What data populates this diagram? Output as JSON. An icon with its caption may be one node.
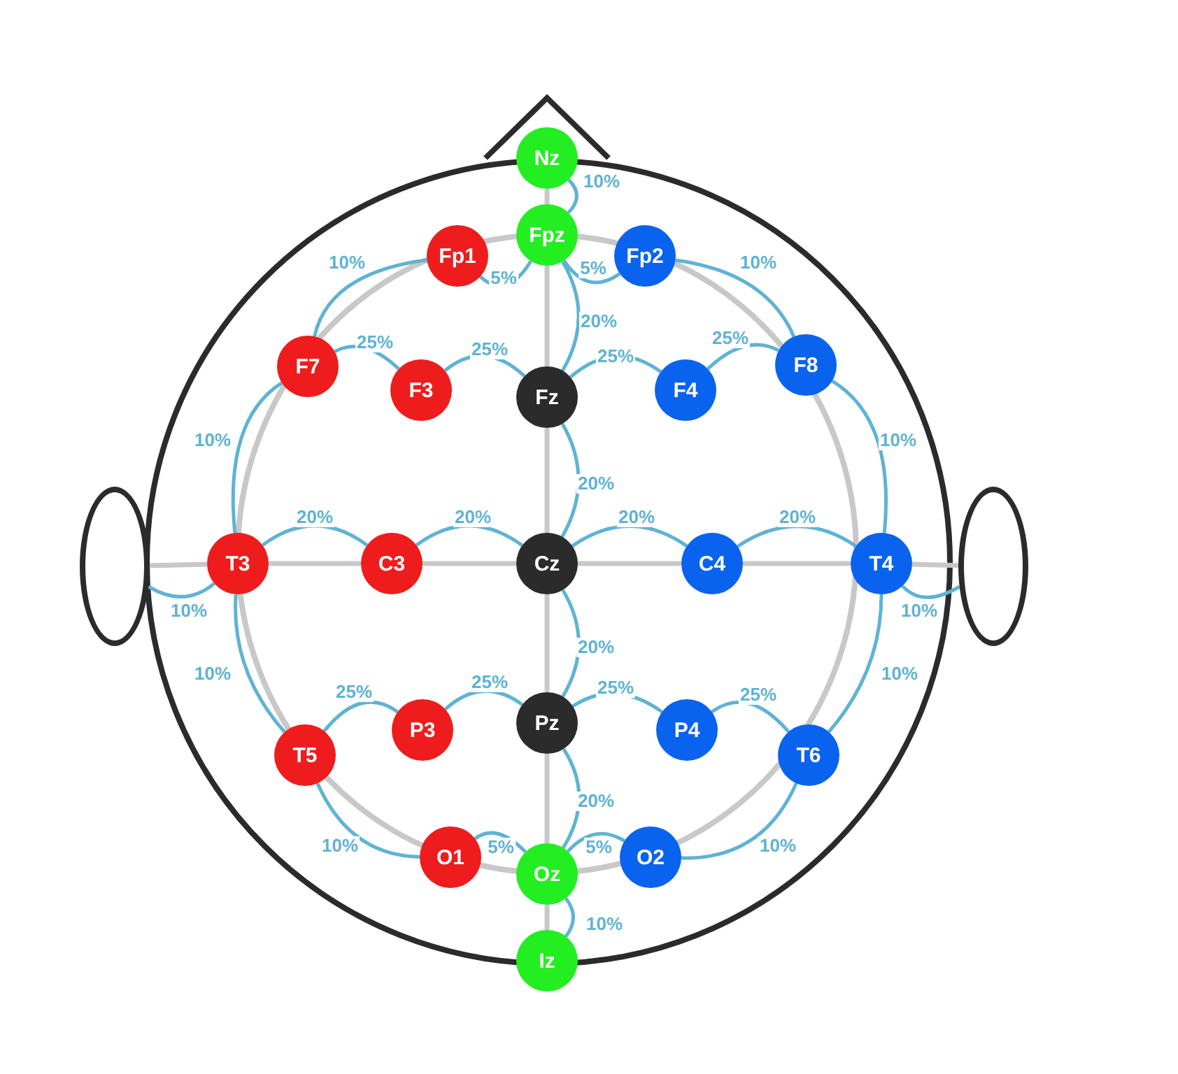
{
  "diagram": {
    "nodes": [
      {
        "text": [
          "Nz"
        ]
      },
      {
        "text": [
          "Fp1"
        ]
      },
      {
        "text": [
          "Fpz"
        ]
      },
      {
        "text": [
          "Fp2"
        ]
      },
      {
        "text": [
          "F7"
        ]
      },
      {
        "text": [
          "F3"
        ]
      },
      {
        "text": [
          "Fz"
        ]
      },
      {
        "text": [
          "F4"
        ]
      },
      {
        "text": [
          "F8"
        ]
      },
      {
        "text": [],
        "shape": "ellipse"
      },
      {
        "text": [
          "T3"
        ]
      },
      {
        "text": [
          "C3"
        ]
      },
      {
        "text": [
          "Cz"
        ]
      },
      {
        "text": [
          "C4"
        ]
      },
      {
        "text": [
          "T4"
        ]
      },
      {
        "text": [],
        "shape": "ellipse"
      },
      {
        "text": [
          "T5"
        ]
      },
      {
        "text": [
          "P3"
        ]
      },
      {
        "text": [
          "Pz"
        ]
      },
      {
        "text": [
          "P4"
        ]
      },
      {
        "text": [
          "T6"
        ]
      },
      {
        "text": [
          "O1"
        ]
      },
      {
        "text": [
          "Oz"
        ]
      },
      {
        "text": [
          "O2"
        ]
      },
      {
        "text": [
          "Iz"
        ]
      }
    ],
    "edges": [
      {
        "from": 0,
        "to": 2,
        "arrow": "none",
        "label": "10%"
      },
      {
        "from": 1,
        "to": 2,
        "arrow": "none",
        "label": "5%"
      },
      {
        "from": 2,
        "to": 3,
        "arrow": "none",
        "label": "5%"
      },
      {
        "from": 1,
        "to": 4,
        "arrow": "none",
        "label": "10%"
      },
      {
        "from": 3,
        "to": 8,
        "arrow": "none",
        "label": "10%"
      },
      {
        "from": 2,
        "to": 6,
        "arrow": "none",
        "label": "20%"
      },
      {
        "from": 4,
        "to": 5,
        "arrow": "none",
        "label": "25%"
      },
      {
        "from": 5,
        "to": 6,
        "arrow": "none",
        "label": "25%"
      },
      {
        "from": 6,
        "to": 7,
        "arrow": "none",
        "label": "25%"
      },
      {
        "from": 7,
        "to": 8,
        "arrow": "none",
        "label": "25%"
      },
      {
        "from": 4,
        "to": 10,
        "arrow": "none",
        "label": "10%"
      },
      {
        "from": 8,
        "to": 14,
        "arrow": "none",
        "label": "10%"
      },
      {
        "from": 6,
        "to": 12,
        "arrow": "none",
        "label": "20%"
      },
      {
        "from": 10,
        "to": 11,
        "arrow": "none",
        "label": "20%"
      },
      {
        "from": 11,
        "to": 12,
        "arrow": "none",
        "label": "20%"
      },
      {
        "from": 12,
        "to": 13,
        "arrow": "none",
        "label": "20%"
      },
      {
        "from": 13,
        "to": 14,
        "arrow": "none",
        "label": "20%"
      },
      {
        "from": 10,
        "to": 9,
        "arrow": "none",
        "label": "10%"
      },
      {
        "from": 14,
        "to": 15,
        "arrow": "none",
        "label": "10%"
      },
      {
        "from": 10,
        "to": 16,
        "arrow": "none",
        "label": "10%"
      },
      {
        "from": 14,
        "to": 20,
        "arrow": "none",
        "label": "10%"
      },
      {
        "from": 12,
        "to": 18,
        "arrow": "none",
        "label": "20%"
      },
      {
        "from": 16,
        "to": 17,
        "arrow": "none",
        "label": "25%"
      },
      {
        "from": 17,
        "to": 18,
        "arrow": "none",
        "label": "25%"
      },
      {
        "from": 18,
        "to": 19,
        "arrow": "none",
        "label": "25%"
      },
      {
        "from": 19,
        "to": 20,
        "arrow": "none",
        "label": "25%"
      },
      {
        "from": 18,
        "to": 22,
        "arrow": "none",
        "label": "20%"
      },
      {
        "from": 16,
        "to": 21,
        "arrow": "none",
        "label": "10%"
      },
      {
        "from": 20,
        "to": 23,
        "arrow": "none",
        "label": "10%"
      },
      {
        "from": 21,
        "to": 22,
        "arrow": "none",
        "label": "5%"
      },
      {
        "from": 22,
        "to": 23,
        "arrow": "none",
        "label": "5%"
      },
      {
        "from": 22,
        "to": 24,
        "arrow": "none",
        "label": "10%"
      },
      {
        "from": 0,
        "to": 2,
        "arrow": "none",
        "color": "#c8c8c8"
      },
      {
        "from": 2,
        "to": 6,
        "arrow": "none",
        "color": "#c8c8c8"
      },
      {
        "from": 6,
        "to": 12,
        "arrow": "none",
        "color": "#c8c8c8"
      },
      {
        "from": 12,
        "to": 18,
        "arrow": "none",
        "color": "#c8c8c8"
      },
      {
        "from": 18,
        "to": 22,
        "arrow": "none",
        "color": "#c8c8c8"
      },
      {
        "from": 22,
        "to": 24,
        "arrow": "none",
        "color": "#c8c8c8"
      },
      {
        "from": 9,
        "to": 10,
        "arrow": "none",
        "color": "#c8c8c8"
      },
      {
        "from": 10,
        "to": 11,
        "arrow": "none",
        "color": "#c8c8c8"
      },
      {
        "from": 11,
        "to": 12,
        "arrow": "none",
        "color": "#c8c8c8"
      },
      {
        "from": 12,
        "to": 13,
        "arrow": "none",
        "color": "#c8c8c8"
      },
      {
        "from": 13,
        "to": 14,
        "arrow": "none",
        "color": "#c8c8c8"
      },
      {
        "from": 14,
        "to": 15,
        "arrow": "none",
        "color": "#c8c8c8"
      }
    ]
  }
}
